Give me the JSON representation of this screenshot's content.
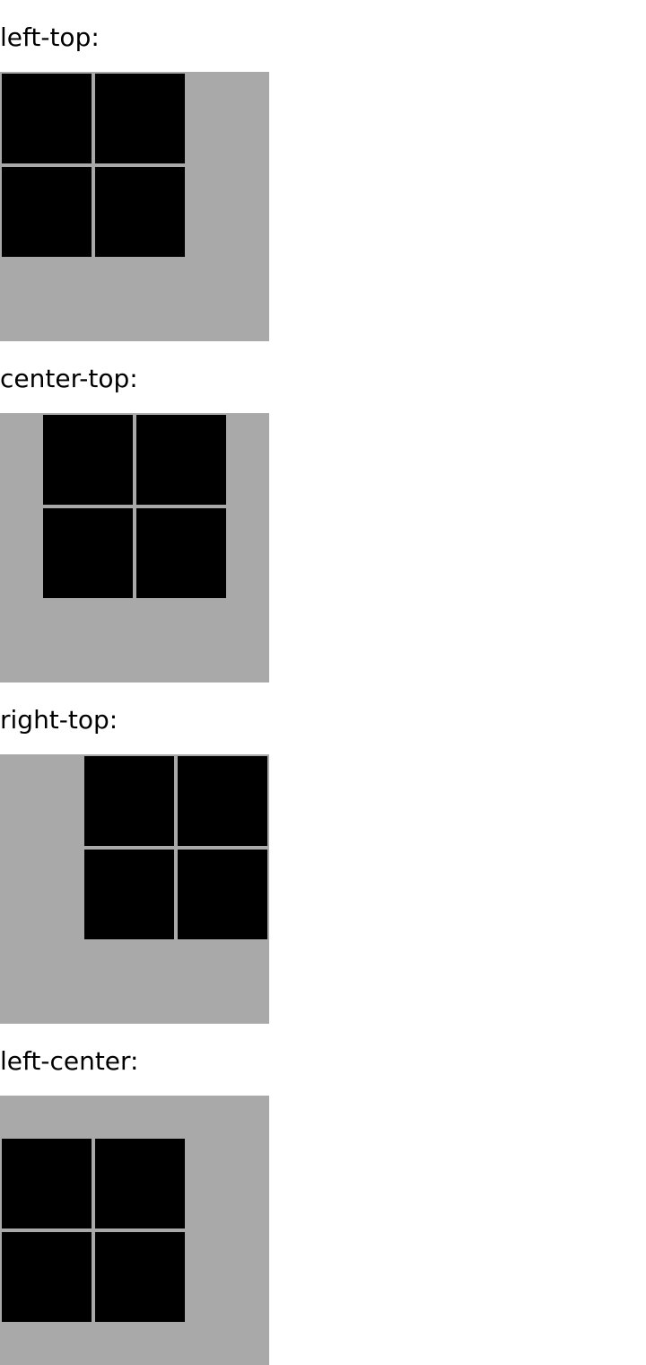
{
  "demos": [
    {
      "label": "left-top:",
      "alignment": "left-top"
    },
    {
      "label": "center-top:",
      "alignment": "center-top"
    },
    {
      "label": "right-top:",
      "alignment": "right-top"
    },
    {
      "label": "left-center:",
      "alignment": "left-center"
    }
  ],
  "colors": {
    "container_background": "#a9a9a9",
    "cell_fill": "#000000",
    "page_background": "#ffffff"
  }
}
